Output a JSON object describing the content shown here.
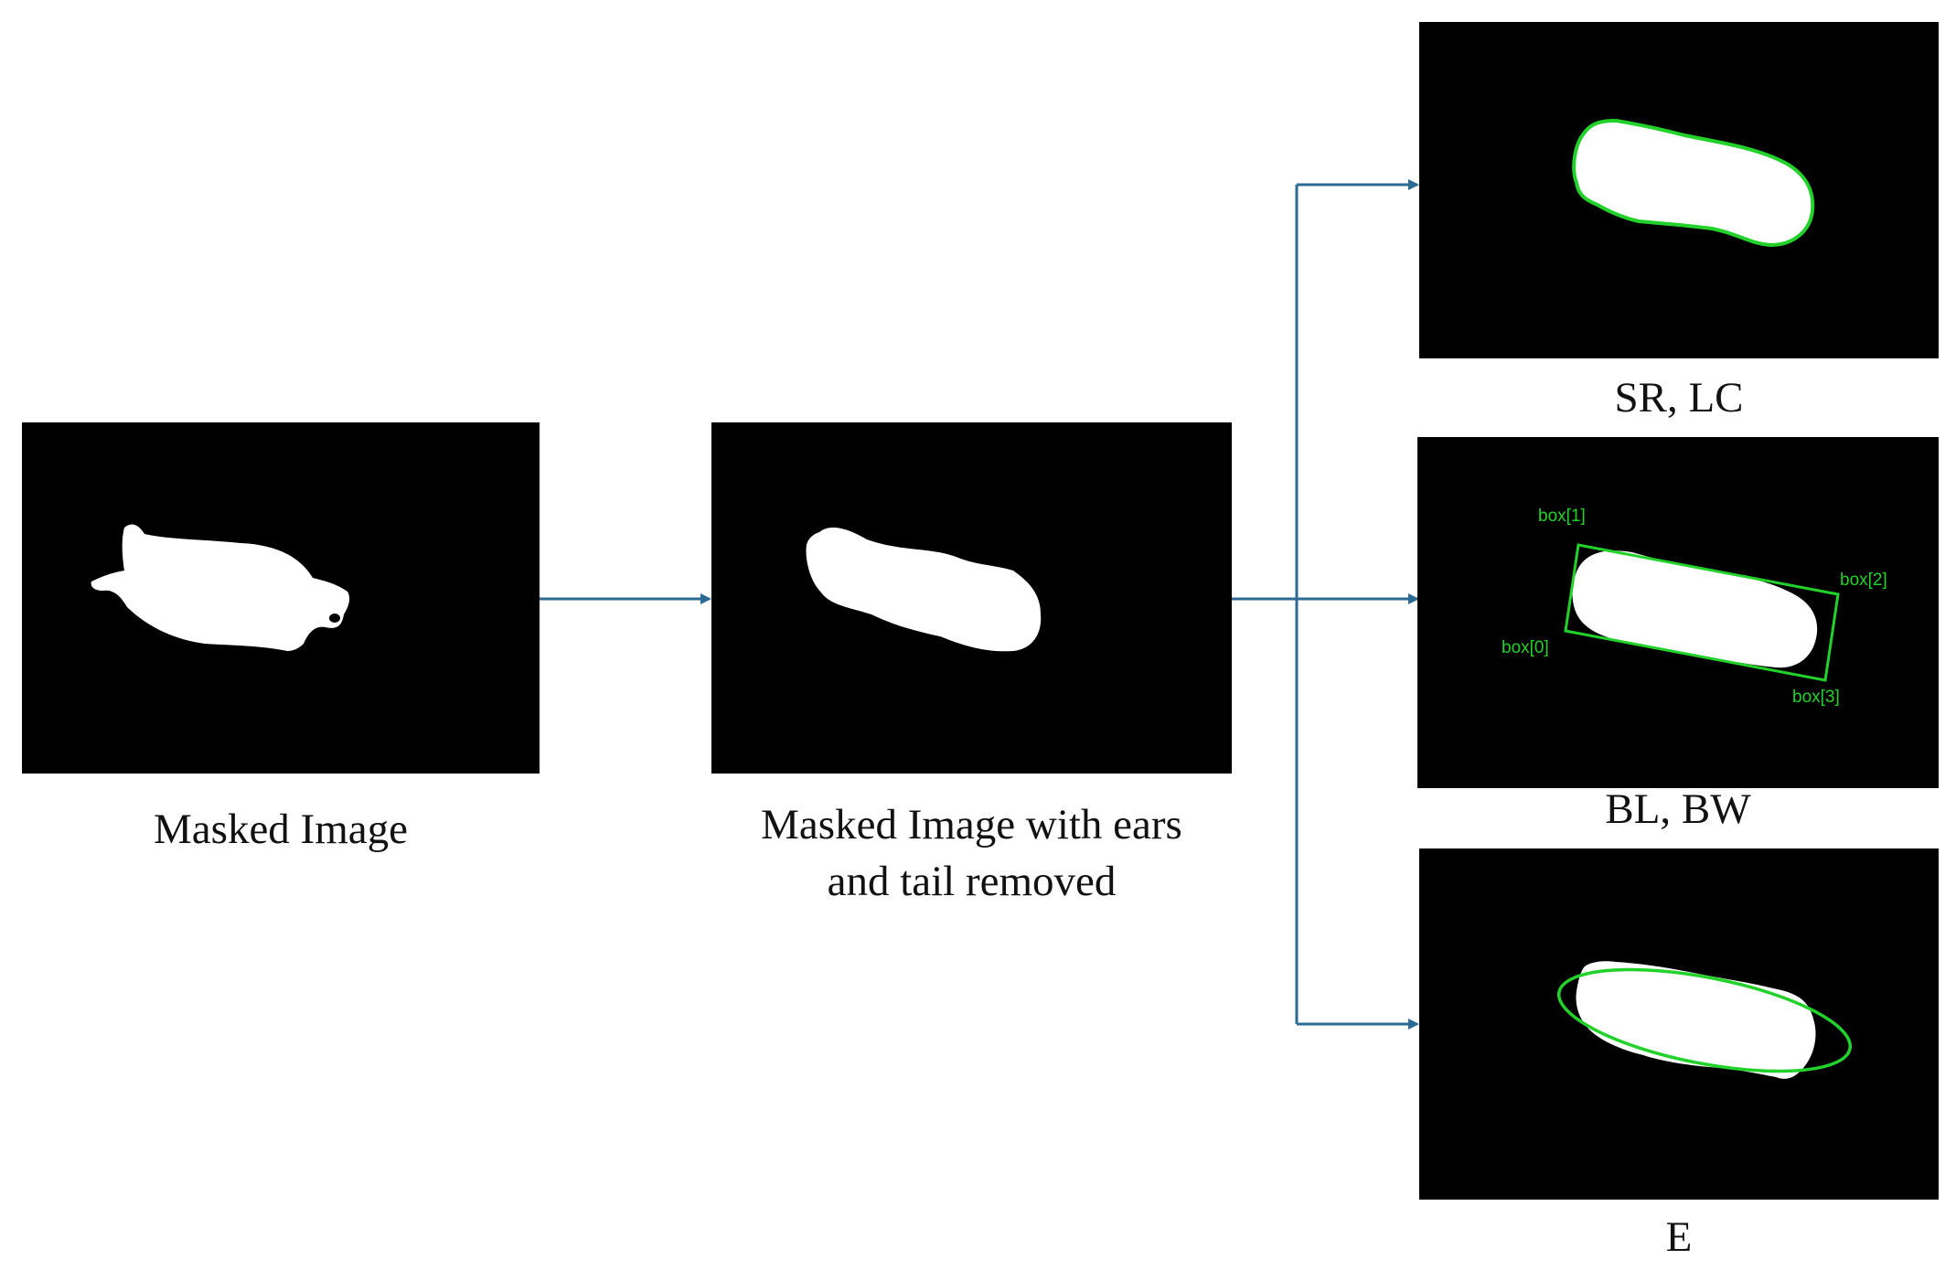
{
  "captions": {
    "masked": "Masked Image",
    "cleaned_line1": "Masked Image with ears",
    "cleaned_line2": "and tail removed",
    "contour": "SR, LC",
    "box": "BL, BW",
    "ellipse": "E"
  },
  "box_labels": [
    "box[0]",
    "box[1]",
    "box[2]",
    "box[3]"
  ],
  "colors": {
    "background": "#ffffff",
    "panel": "#000000",
    "mask": "#ffffff",
    "overlay": "#22d12a",
    "arrow": "#2b6a93"
  }
}
